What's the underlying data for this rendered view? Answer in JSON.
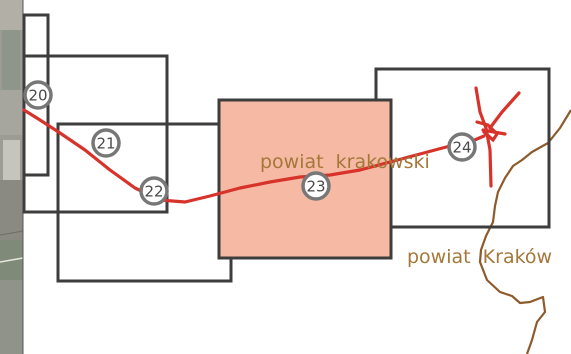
{
  "map": {
    "regions": {
      "krakowski": "powiat  krakowski",
      "krakow": "powiat  Kraków"
    },
    "markers": [
      "20",
      "21",
      "22",
      "23",
      "24"
    ],
    "highlighted_sheet": "23",
    "colors": {
      "route": "#d7332a",
      "boundary": "#8c5a2b",
      "sheet_border": "#3d3d3d",
      "highlight_fill": "#f6b9a4",
      "label": "#a4783a",
      "marker_ring": "#777777"
    }
  }
}
